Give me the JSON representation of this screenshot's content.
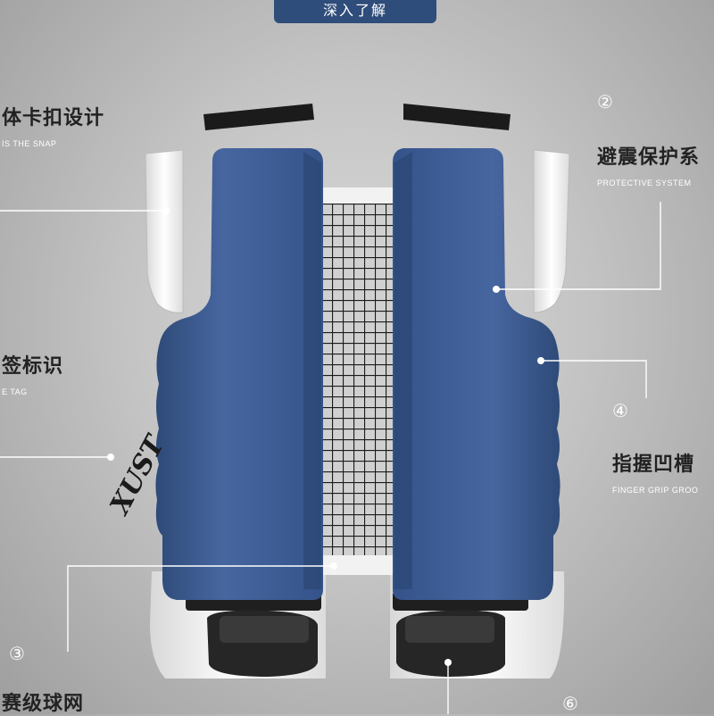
{
  "header": {
    "button_label": "深入了解"
  },
  "callouts": [
    {
      "cn": "体卡扣设计",
      "en": "IS THE SNAP"
    },
    {
      "num": "②",
      "cn": "避震保护系",
      "en": "PROTECTIVE SYSTEM"
    },
    {
      "cn": "签标识",
      "en": "E TAG"
    },
    {
      "num": "④",
      "cn": "指握凹槽",
      "en": "FINGER GRIP GROO"
    },
    {
      "num": "③",
      "cn": "赛级球网"
    },
    {
      "num": "⑥"
    }
  ],
  "logo_text": "XUST",
  "colors": {
    "post_blue": "#3f5f91",
    "header_blue": "#2f4d7a",
    "base_white": "#f2f2f2",
    "clamp_black": "#1c1c1c"
  }
}
